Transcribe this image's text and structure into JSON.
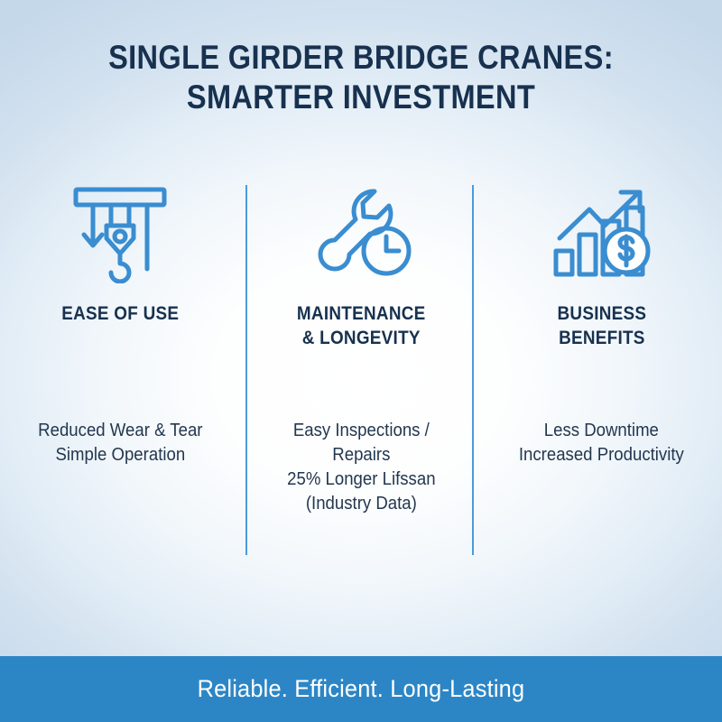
{
  "poster": {
    "title_lines": [
      "SINGLE GIRDER BRIDGE CRANES:",
      "SMARTER INVESTMENT"
    ],
    "columns": [
      {
        "icon": "crane-hoist-icon",
        "heading_lines": [
          "EASE OF USE"
        ],
        "body_lines": [
          "Reduced Wear & Tear",
          "Simple Operation"
        ]
      },
      {
        "icon": "wrench-clock-icon",
        "heading_lines": [
          "MAINTENANCE",
          "& LONGEVITY"
        ],
        "body_lines": [
          "Easy Inspections /",
          "Repairs",
          "25% Longer Lifssan",
          "(Industry Data)"
        ]
      },
      {
        "icon": "growth-chart-dollar-icon",
        "heading_lines": [
          "BUSINESS",
          "BENEFITS"
        ],
        "body_lines": [
          "Less Downtime",
          "Increased Productivity"
        ]
      }
    ],
    "banner": {
      "text": "Reliable. Efficient. Long-Lasting"
    },
    "colors": {
      "title_navy": "#17314f",
      "body_navy": "#22374f",
      "icon_blue": "#3a8dd0",
      "divider_blue": "#4b9bdb",
      "banner_blue": "#2c86c6",
      "banner_text": "#ffffff",
      "background_center": "#ffffff",
      "background_edge": "#c4d8ea"
    }
  }
}
